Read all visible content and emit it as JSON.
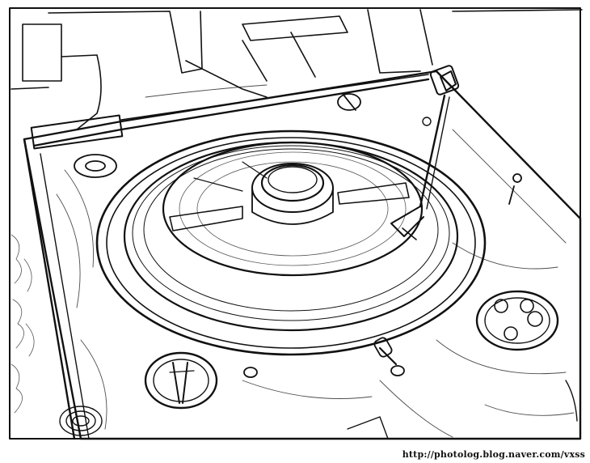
{
  "image": {
    "subject": "turntable-line-drawing",
    "style": "black-ink-sketch-on-white"
  },
  "watermark": {
    "text": "http://photolog.blog.naver.com/vxss"
  },
  "colors": {
    "ink": "#111111",
    "paper": "#ffffff"
  }
}
